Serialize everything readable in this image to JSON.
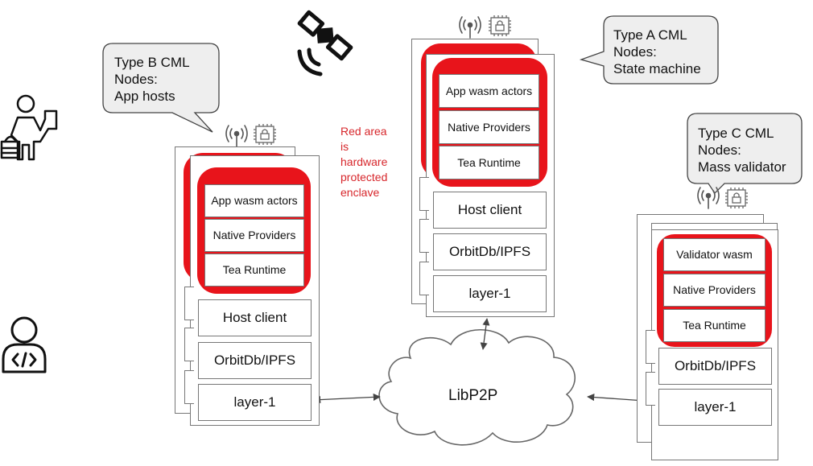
{
  "callouts": {
    "type_b": [
      "Type B CML",
      "Nodes:",
      "App hosts"
    ],
    "type_a": [
      "Type A CML",
      "Nodes:",
      "State machine"
    ],
    "type_c": [
      "Type C CML",
      "Nodes:",
      "Mass validator"
    ]
  },
  "enclave_note": [
    "Red area",
    "is",
    "hardware",
    "protected",
    "enclave"
  ],
  "node_b": {
    "enclave": [
      "App wasm actors",
      "Native Providers",
      "Tea Runtime"
    ],
    "layers": [
      "Host client",
      "OrbitDb/IPFS",
      "layer-1"
    ]
  },
  "node_a": {
    "enclave": [
      "App wasm actors",
      "Native Providers",
      "Tea Runtime"
    ],
    "layers": [
      "Host client",
      "OrbitDb/IPFS",
      "layer-1"
    ]
  },
  "node_c": {
    "enclave": [
      "Validator wasm",
      "Native Providers",
      "Tea Runtime"
    ],
    "layers": [
      "OrbitDb/IPFS",
      "layer-1"
    ]
  },
  "network": {
    "label": "LibP2P"
  },
  "icons": [
    "satellite-icon",
    "shopper-icon",
    "developer-icon",
    "antenna-icon",
    "secure-chip-icon"
  ],
  "colors": {
    "enclave": "#e8141b",
    "note": "#d7262b",
    "border": "#777777",
    "callout_fill": "#eeeeee"
  }
}
